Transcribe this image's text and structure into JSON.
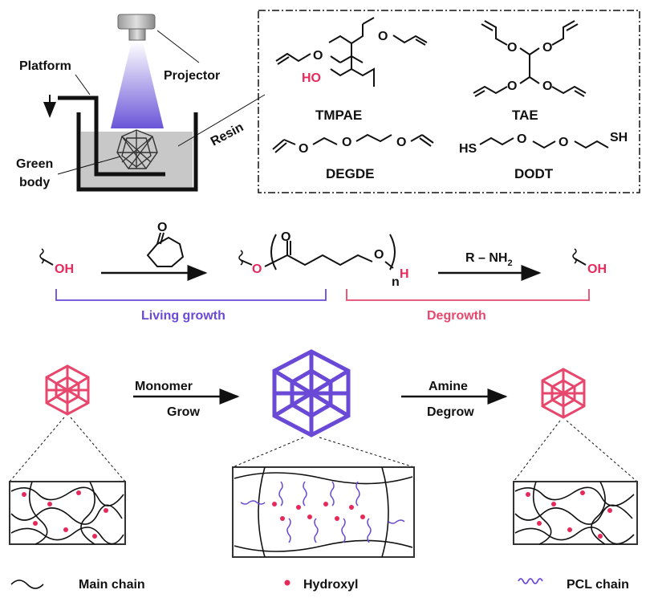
{
  "printer": {
    "platform_label": "Platform",
    "projector_label": "Projector",
    "resin_label": "Resin",
    "green_body_label_1": "Green",
    "green_body_label_2": "body"
  },
  "monomers": [
    {
      "name": "TMPAE",
      "hetero": "HO"
    },
    {
      "name": "TAE"
    },
    {
      "name": "DEGDE"
    },
    {
      "name": "DODT",
      "hetero_left": "HS",
      "hetero_right": "SH"
    }
  ],
  "reaction": {
    "reactant_oh": "OH",
    "caprolactone_o": "O",
    "ester_o_top": "O",
    "ester_o_left": "O",
    "chain_end_o": "O",
    "chain_end_h": "H",
    "repeat_n": "n",
    "amine_reagent": "R – NH",
    "amine_subscript": "2",
    "product_oh": "OH",
    "living_growth_label": "Living growth",
    "degrowth_label": "Degrowth"
  },
  "process": {
    "grow_top": "Monomer",
    "grow_bottom": "Grow",
    "degrow_top": "Amine",
    "degrow_bottom": "Degrow"
  },
  "legend": {
    "main_chain": "Main chain",
    "hydroxyl": "Hydroxyl",
    "pcl_chain": "PCL chain"
  },
  "colors": {
    "hydroxyl_red": "#e8285a",
    "pcl_purple": "#6a49d6",
    "living_growth_purple": "#6a49d6",
    "degrowth_pink": "#e8476d",
    "lattice_pink": "#e8476d",
    "lattice_purple": "#6a49d6",
    "resin_gray": "#c8c8c8"
  }
}
